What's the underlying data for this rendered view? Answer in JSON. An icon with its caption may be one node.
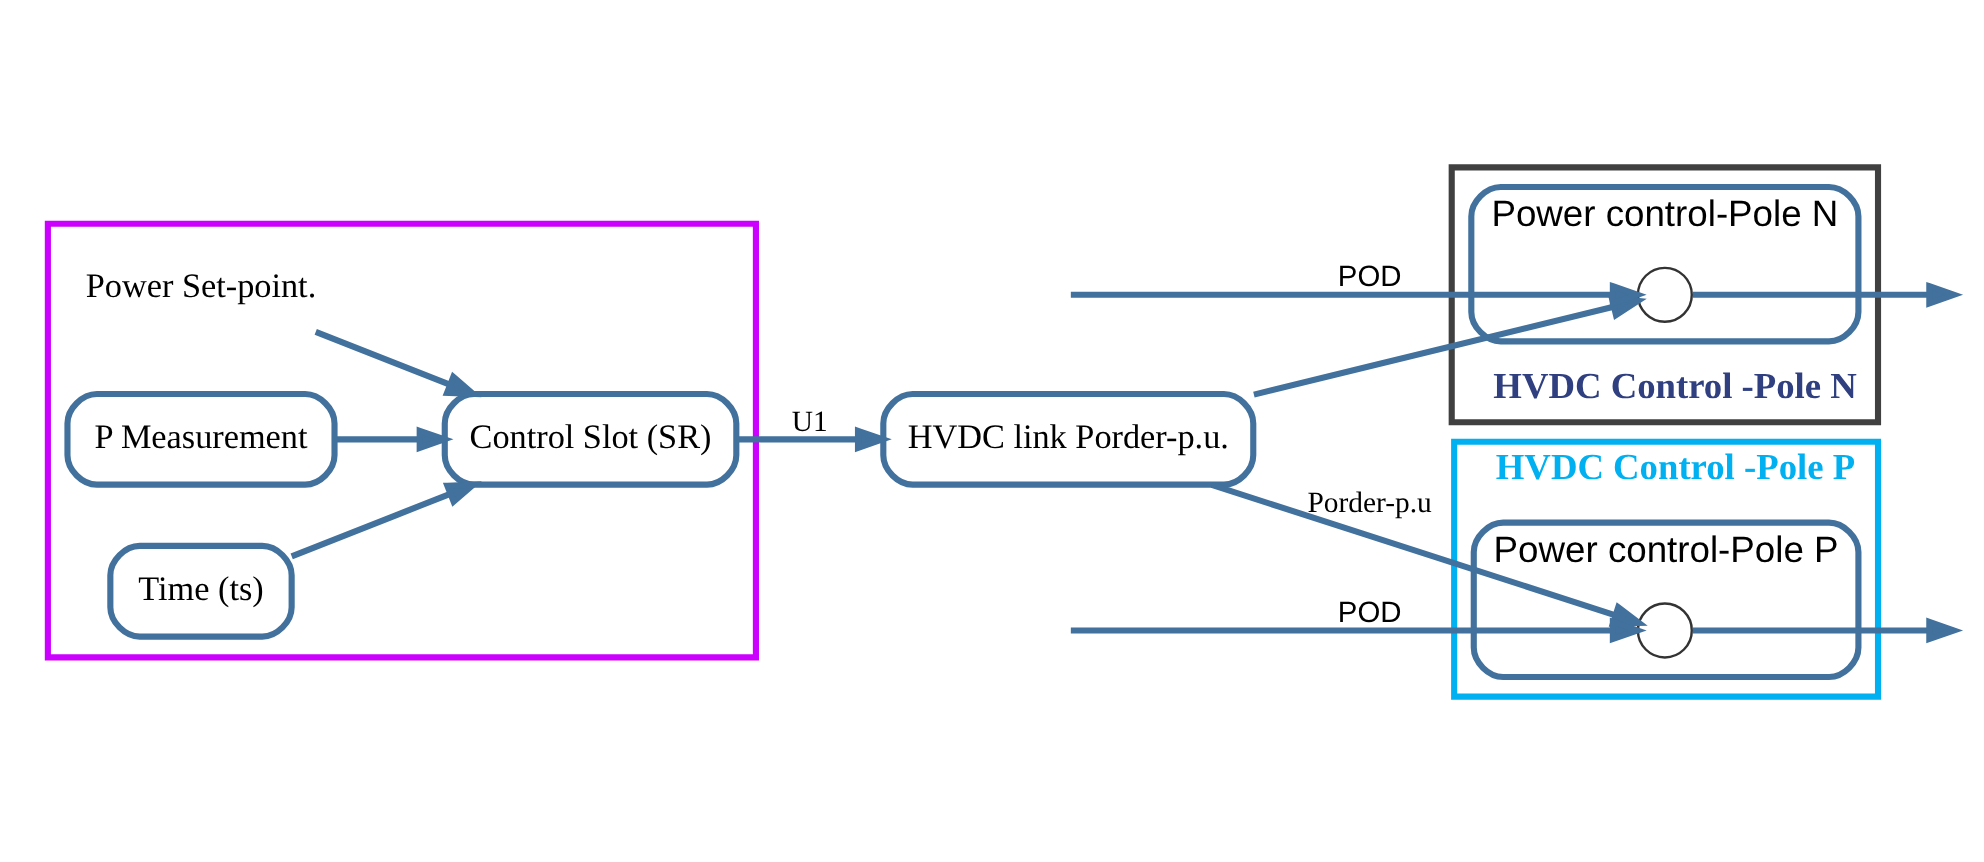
{
  "diagram": {
    "nodes": [
      {
        "text": [
          "HVDC Control -Pole P"
        ]
      },
      {
        "text": [
          "HVDC Control -Pole N"
        ]
      },
      {
        "text": [],
        "shape": "box"
      },
      {
        "text": [
          "Power Set-point."
        ],
        "in": 2
      },
      {
        "text": [
          "P Measurement"
        ],
        "in": 2
      },
      {
        "text": [
          "Time (ts)"
        ],
        "in": 2
      },
      {
        "text": [
          "Control Slot (SR)"
        ],
        "in": 2
      },
      {
        "text": [
          "HVDC link Porder-p.u."
        ]
      },
      {
        "text": [
          "Power control-Pole P"
        ],
        "in": 0
      },
      {
        "text": [],
        "shape": "circle",
        "in": 8
      },
      {
        "text": [
          "Power control-Pole N"
        ],
        "in": 1
      },
      {
        "text": [],
        "shape": "circle",
        "in": 10
      }
    ],
    "edges": [
      {
        "from": 3,
        "to": 6,
        "arrow": "to"
      },
      {
        "from": 4,
        "to": 6,
        "arrow": "to"
      },
      {
        "from": 5,
        "to": 6,
        "arrow": "to"
      },
      {
        "from": 6,
        "to": 7,
        "arrow": "to",
        "label": "U1"
      },
      {
        "from": 7,
        "to": 9,
        "arrow": "to",
        "label": "Porder-p.u"
      },
      {
        "from": 7,
        "to": 11,
        "arrow": "to"
      },
      {
        "from": null,
        "to": 9,
        "arrow": "to",
        "label": "POD"
      },
      {
        "from": 9,
        "to": null,
        "arrow": "to"
      },
      {
        "from": null,
        "to": 11,
        "arrow": "to",
        "label": "POD"
      },
      {
        "from": 11,
        "to": null,
        "arrow": "to"
      }
    ]
  }
}
